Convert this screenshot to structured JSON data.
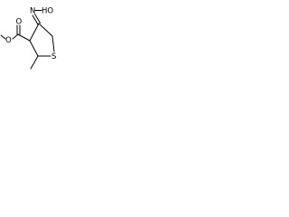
{
  "molecule": {
    "atoms": {
      "oxime_group": "HO",
      "oxime_nitrogen": "N",
      "carbonyl_oxygen": "O",
      "ester_oxygen": "O",
      "ring_sulfur": "S"
    }
  }
}
